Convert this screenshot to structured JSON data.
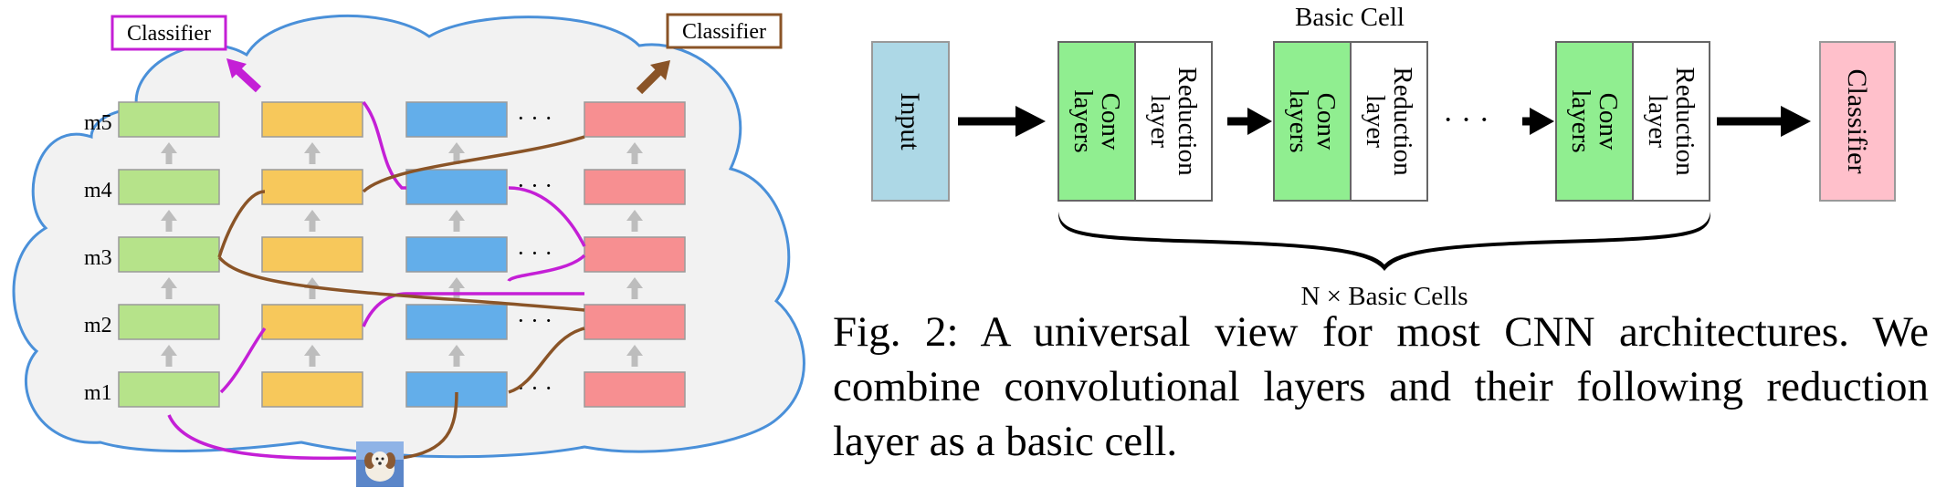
{
  "left_diagram": {
    "row_labels": [
      "m5",
      "m4",
      "m3",
      "m2",
      "m1"
    ],
    "column_colors": [
      "#b6e38a",
      "#f7c85b",
      "#63aeea",
      "#f78f91"
    ],
    "ellipsis": "· · ·",
    "classifier_left": "Classifier",
    "classifier_right": "Classifier",
    "colors": {
      "cloud_fill": "#f2f2f2",
      "cloud_stroke": "#4a90d9",
      "magenta": "#c41fd6",
      "brown": "#8a5427",
      "up_arrow": "#bdbdbd"
    },
    "input_image_icon": "dog-image-icon"
  },
  "right_diagram": {
    "title": "Basic Cell",
    "input_label": "Input",
    "conv_label_line1": "Conv",
    "conv_label_line2": "layers",
    "reduction_label_line1": "Reduction",
    "reduction_label_line2": "layer",
    "ellipsis": "· · ·",
    "classifier_label": "Classifier",
    "brace_label": "N × Basic Cells",
    "colors": {
      "input": "#add8e6",
      "conv": "#90ee90",
      "reduction": "#ffffff",
      "classifier": "#ffc0cb"
    }
  },
  "caption": {
    "line1": "Fig. 2: A universal view for most CNN architectures. We",
    "line2": "combine convolutional layers and their following reduction",
    "line3": "layer as a basic cell."
  }
}
